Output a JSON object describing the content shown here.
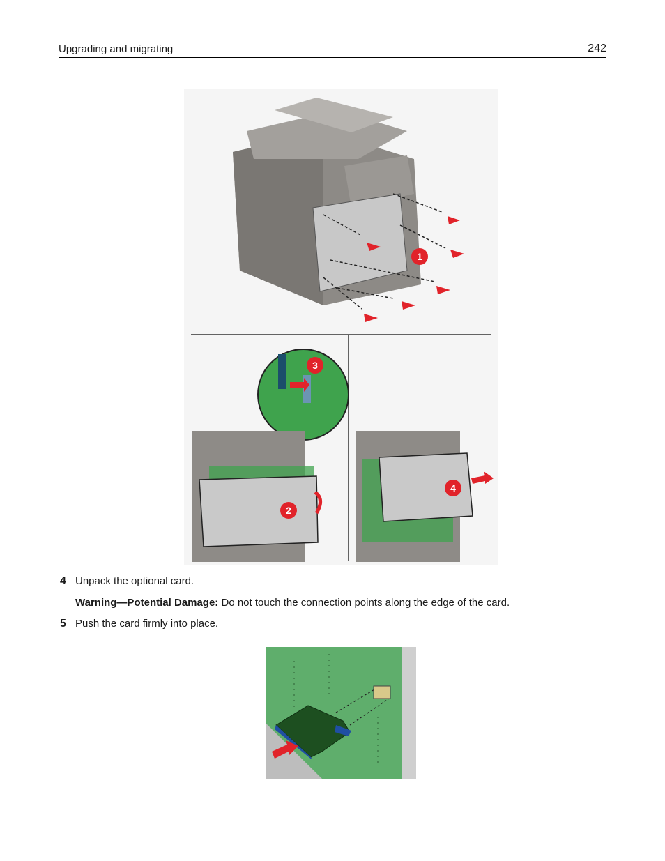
{
  "header": {
    "section": "Upgrading and migrating",
    "page_number": "242"
  },
  "figures": {
    "top_callouts": [
      "1",
      "2",
      "3",
      "4"
    ],
    "accent_color": "#e1232a",
    "board_color": "#3fa34d"
  },
  "steps": [
    {
      "number": "4",
      "text": "Unpack the optional card."
    },
    {
      "number": "5",
      "text": "Push the card firmly into place."
    }
  ],
  "warning": {
    "label": "Warning—Potential Damage:",
    "text": " Do not touch the connection points along the edge of the card."
  }
}
